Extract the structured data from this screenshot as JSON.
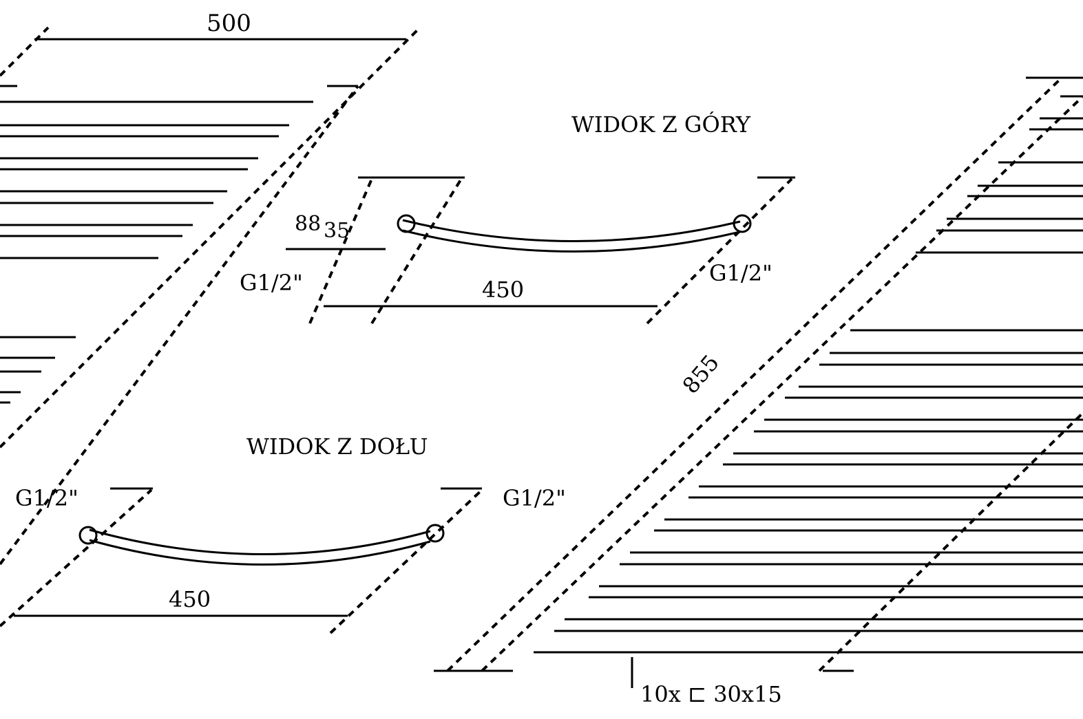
{
  "labels": {
    "width_top": "500",
    "top_view_title": "WIDOK Z GÓRY",
    "depth_a": "88",
    "depth_b": "35",
    "conn_top_left": "G1/2\"",
    "conn_top_right": "G1/2\"",
    "spacing_top": "450",
    "bottom_view_title": "WIDOK Z DOŁU",
    "conn_bottom_left": "G1/2\"",
    "conn_bottom_right": "G1/2\"",
    "spacing_bottom": "450",
    "height": "855",
    "tubes": "10x ⊏ 30x15"
  }
}
